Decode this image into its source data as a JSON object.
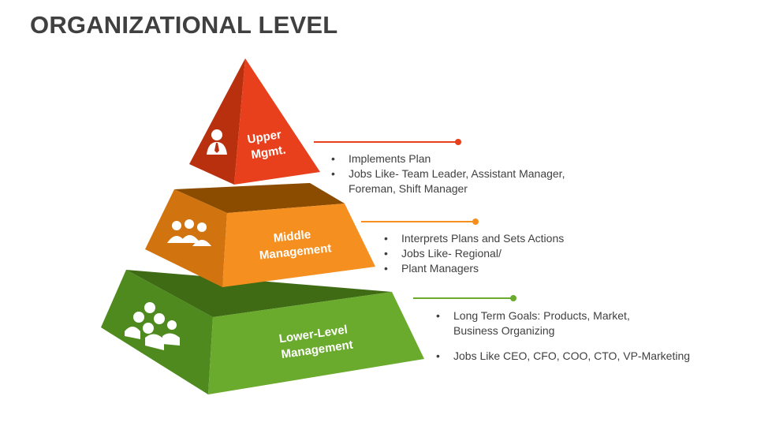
{
  "title": "ORGANIZATIONAL LEVEL",
  "levels": [
    {
      "label_lines": [
        "Upper",
        "Mgmt."
      ],
      "icon": "manager-icon",
      "color": "#e8401c",
      "bullets": [
        "Implements Plan",
        "Jobs Like- Team Leader, Assistant Manager,",
        "Foreman, Shift Manager"
      ]
    },
    {
      "label_lines": [
        "Middle",
        "Management"
      ],
      "icon": "group-of-three-icon",
      "color": "#f58f1f",
      "bullets": [
        "Interprets Plans and Sets Actions",
        "Jobs Like- Regional/",
        "Plant Managers"
      ]
    },
    {
      "label_lines": [
        "Lower-Level",
        "Management"
      ],
      "icon": "team-icon",
      "color": "#6aab2e",
      "bullets": [
        "Long Term Goals: Products, Market,",
        "Business Organizing",
        "Jobs Like CEO, CFO, COO, CTO, VP-Marketing"
      ]
    }
  ]
}
